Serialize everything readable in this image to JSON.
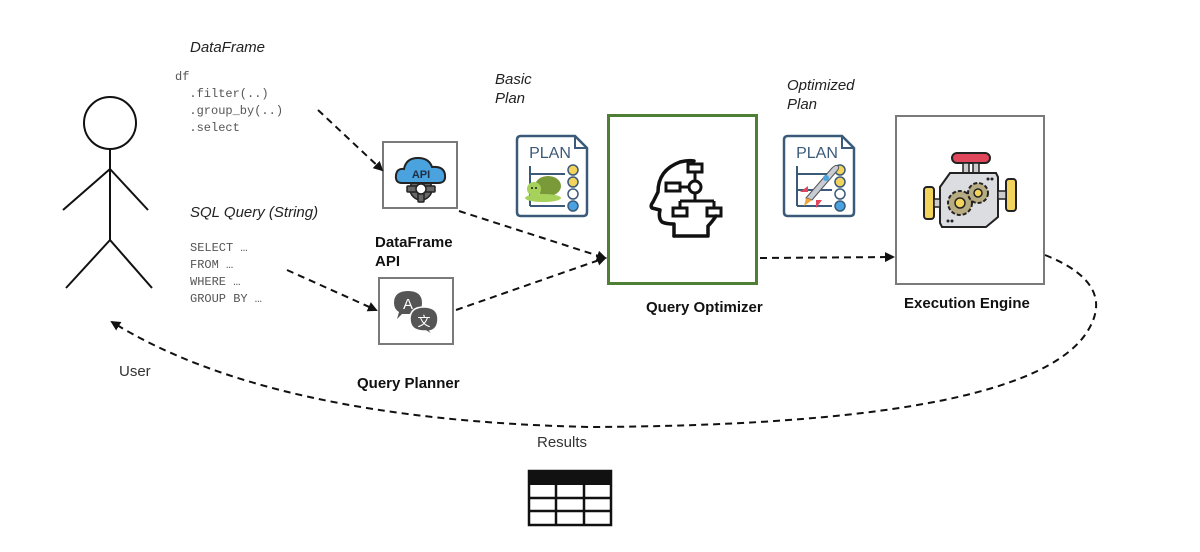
{
  "user": {
    "label": "User"
  },
  "dataframe": {
    "title": "DataFrame",
    "code": [
      "df",
      "  .filter(..)",
      "  .group_by(..)",
      "  .select"
    ]
  },
  "sql": {
    "title": "SQL Query (String)",
    "code": [
      "SELECT …",
      "FROM …",
      "WHERE …",
      "GROUP BY …"
    ]
  },
  "api": {
    "label_line1": "DataFrame",
    "label_line2": "API",
    "icon_text": "API"
  },
  "planner": {
    "label": "Query Planner",
    "icon_text_a": "A",
    "icon_text_b": "文"
  },
  "basic_plan": {
    "label_line1": "Basic",
    "label_line2": "Plan",
    "doc_text": "PLAN"
  },
  "optimizer": {
    "label": "Query Optimizer"
  },
  "optimized_plan": {
    "label_line1": "Optimized",
    "label_line2": "Plan",
    "doc_text": "PLAN"
  },
  "engine": {
    "label": "Execution Engine"
  },
  "results": {
    "label": "Results"
  },
  "colors": {
    "optimizer_border": "#4f7f35",
    "box_border": "#7a7a7a",
    "plan_doc": "#3b5a7a",
    "api_cloud": "#4aa3df",
    "engine_red": "#e0475a",
    "engine_yellow": "#f2d45c"
  }
}
